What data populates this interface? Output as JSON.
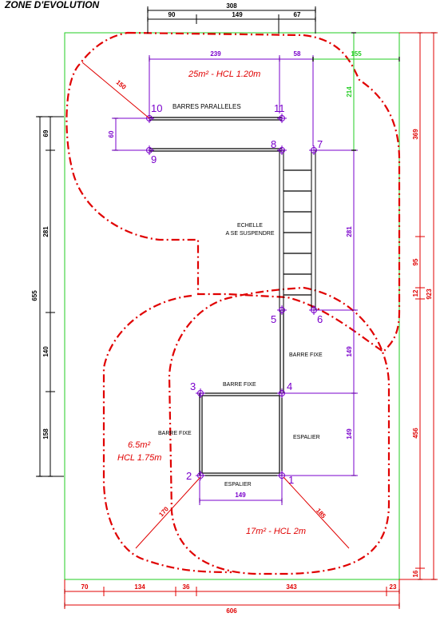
{
  "title": "ZONE D'EVOLUTION",
  "colors": {
    "red": "#e00000",
    "purple": "#7a00cc",
    "green": "#22cc22",
    "black": "#000000",
    "gray": "#666666"
  },
  "dims": {
    "top": [
      "308",
      "90",
      "149",
      "67"
    ],
    "right": [
      "369",
      "95",
      "12",
      "923",
      "456",
      "16"
    ],
    "left": [
      "69",
      "281",
      "655",
      "140",
      "158"
    ],
    "bottom": [
      "70",
      "134",
      "36",
      "343",
      "23",
      "606"
    ]
  },
  "inner_dims": {
    "d239": "239",
    "d58": "58",
    "d155": "155",
    "d214": "214",
    "d60": "60",
    "d281": "281",
    "d149a": "149",
    "d149b": "149",
    "d149c": "149",
    "d150": "150",
    "d170": "170",
    "d185": "185"
  },
  "points": [
    "1",
    "2",
    "3",
    "4",
    "5",
    "6",
    "7",
    "8",
    "9",
    "10",
    "11"
  ],
  "equipment": {
    "barres_paralleles": "BARRES PARALLELES",
    "echelle_1": "ECHELLE",
    "echelle_2": "A SE SUSPENDRE",
    "barre_fixe_right": "BARRE FIXE",
    "barre_fixe_top": "BARRE FIXE",
    "barre_fixe_left": "BARRE FIXE",
    "espalier_right": "ESPALIER",
    "espalier_bottom": "ESPALIER"
  },
  "zones": {
    "top": "25m²   - HCL 1.20m",
    "left_1": "6.5m²",
    "left_2": "HCL 1.75m",
    "bottom": "17m²   - HCL 2m"
  }
}
